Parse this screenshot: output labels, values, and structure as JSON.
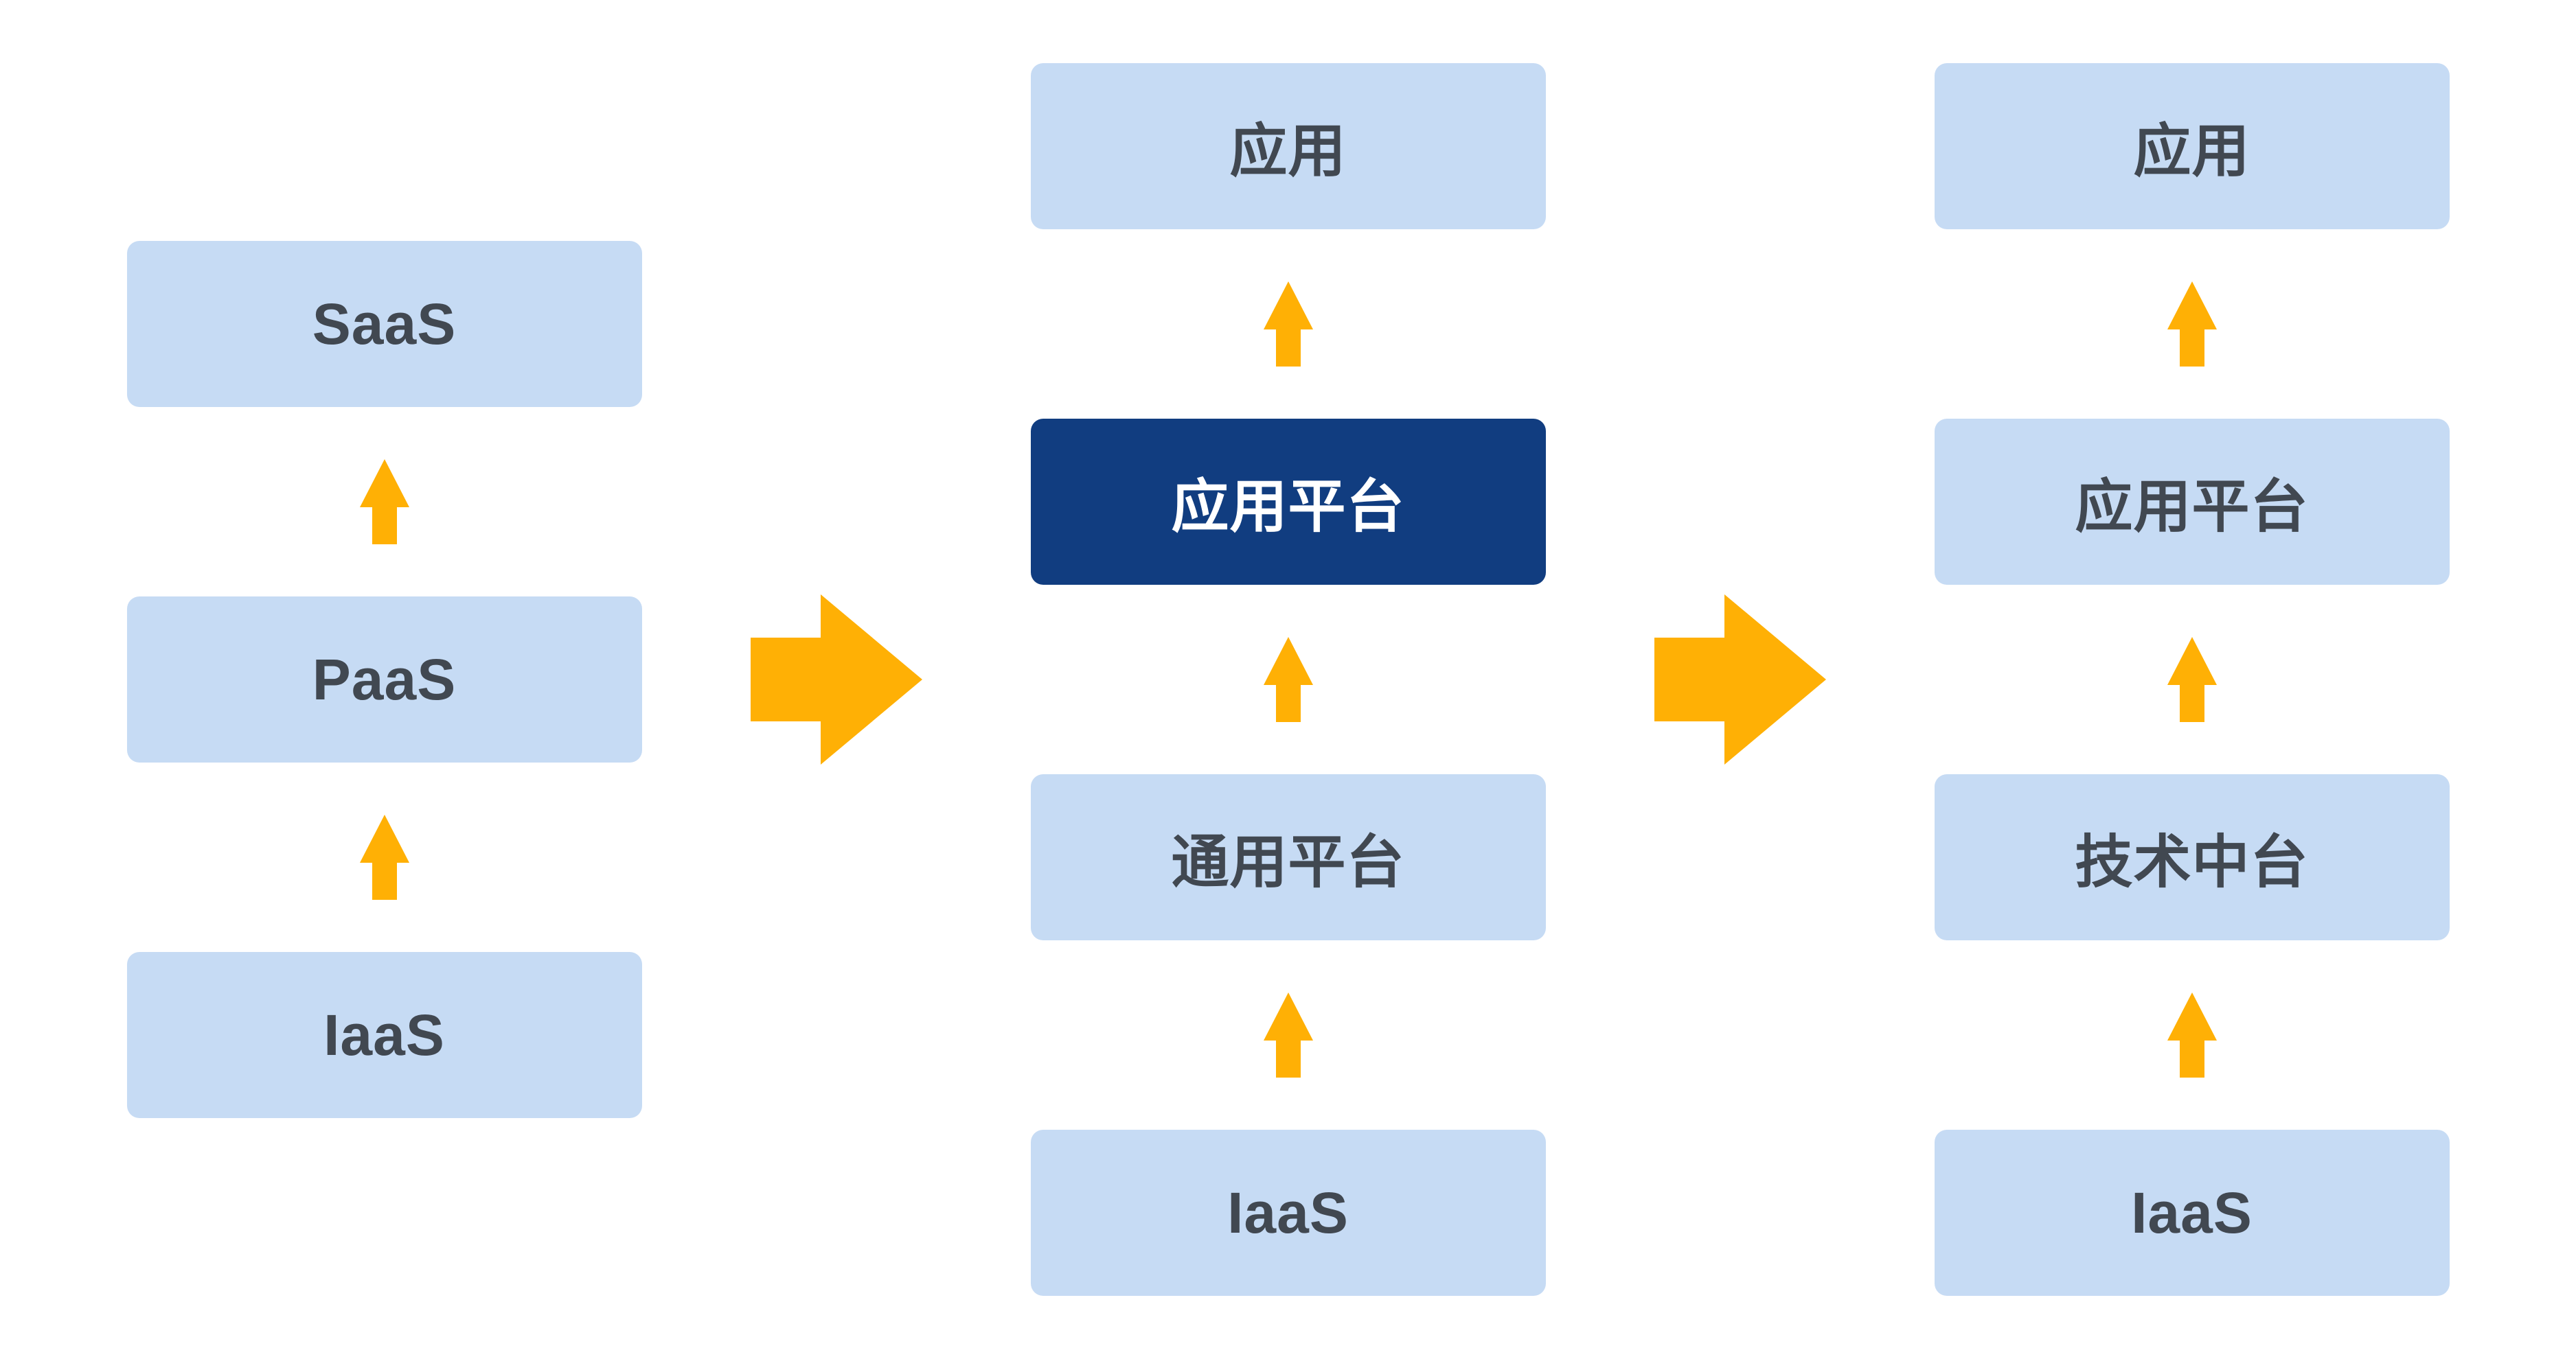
{
  "page": {
    "background": "#FFFFFF",
    "description_labels_only": "layer stack diagram"
  },
  "colors": {
    "box_light": "#C6DBF4",
    "box_dark": "#113D80",
    "arrow_orange": "#FFB005",
    "text_dark": "#414851",
    "text_light": "#FFFFFF"
  },
  "icons": {
    "up_arrow": "up-arrow-icon",
    "right_arrow": "right-arrow-icon"
  },
  "diagram": {
    "columns": [
      {
        "items": [
          {
            "label": "SaaS",
            "variant": "light"
          },
          {
            "label": "PaaS",
            "variant": "light"
          },
          {
            "label": "IaaS",
            "variant": "light"
          }
        ]
      },
      {
        "items": [
          {
            "label": "应用",
            "variant": "light"
          },
          {
            "label": "应用平台",
            "variant": "dark"
          },
          {
            "label": "通用平台",
            "variant": "light"
          },
          {
            "label": "IaaS",
            "variant": "light"
          }
        ]
      },
      {
        "items": [
          {
            "label": "应用",
            "variant": "light"
          },
          {
            "label": "应用平台",
            "variant": "light"
          },
          {
            "label": "技术中台",
            "variant": "light"
          },
          {
            "label": "IaaS",
            "variant": "light"
          }
        ]
      }
    ]
  }
}
